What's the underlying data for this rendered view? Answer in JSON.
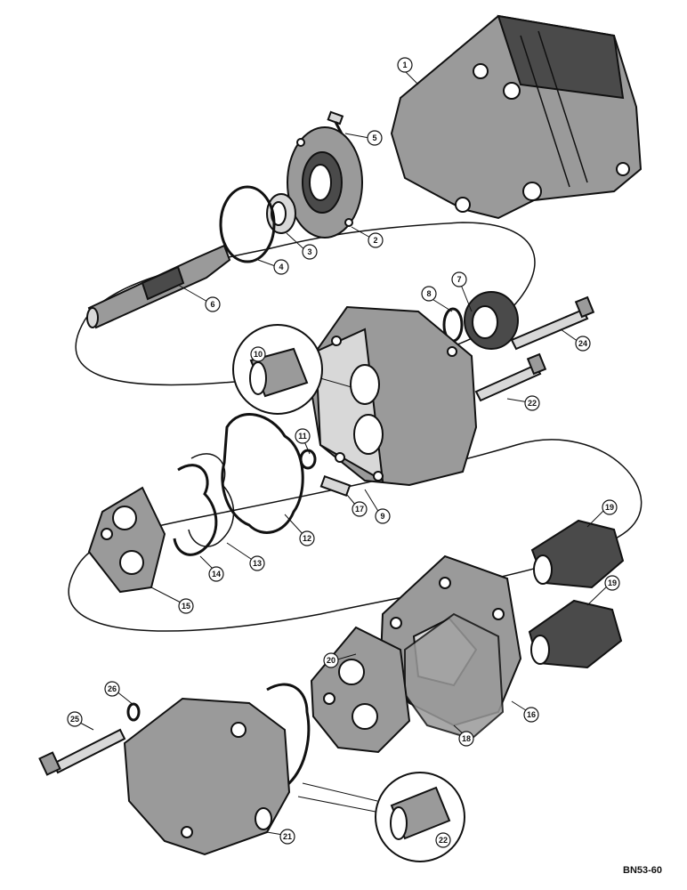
{
  "callouts": {
    "c1": "1",
    "c2": "2",
    "c3": "3",
    "c4": "4",
    "c5": "5",
    "c6": "6",
    "c7": "7",
    "c8": "8",
    "c9": "9",
    "c10": "10",
    "c11": "11",
    "c12": "12",
    "c13": "13",
    "c14": "14",
    "c15": "15",
    "c16": "16",
    "c17": "17",
    "c18": "18",
    "c19a": "19",
    "c19b": "19",
    "c20": "20",
    "c21": "21",
    "c22a": "22",
    "c22b": "22",
    "c24": "24",
    "c25": "25",
    "c26": "26"
  },
  "figure_code": "BN53-60"
}
